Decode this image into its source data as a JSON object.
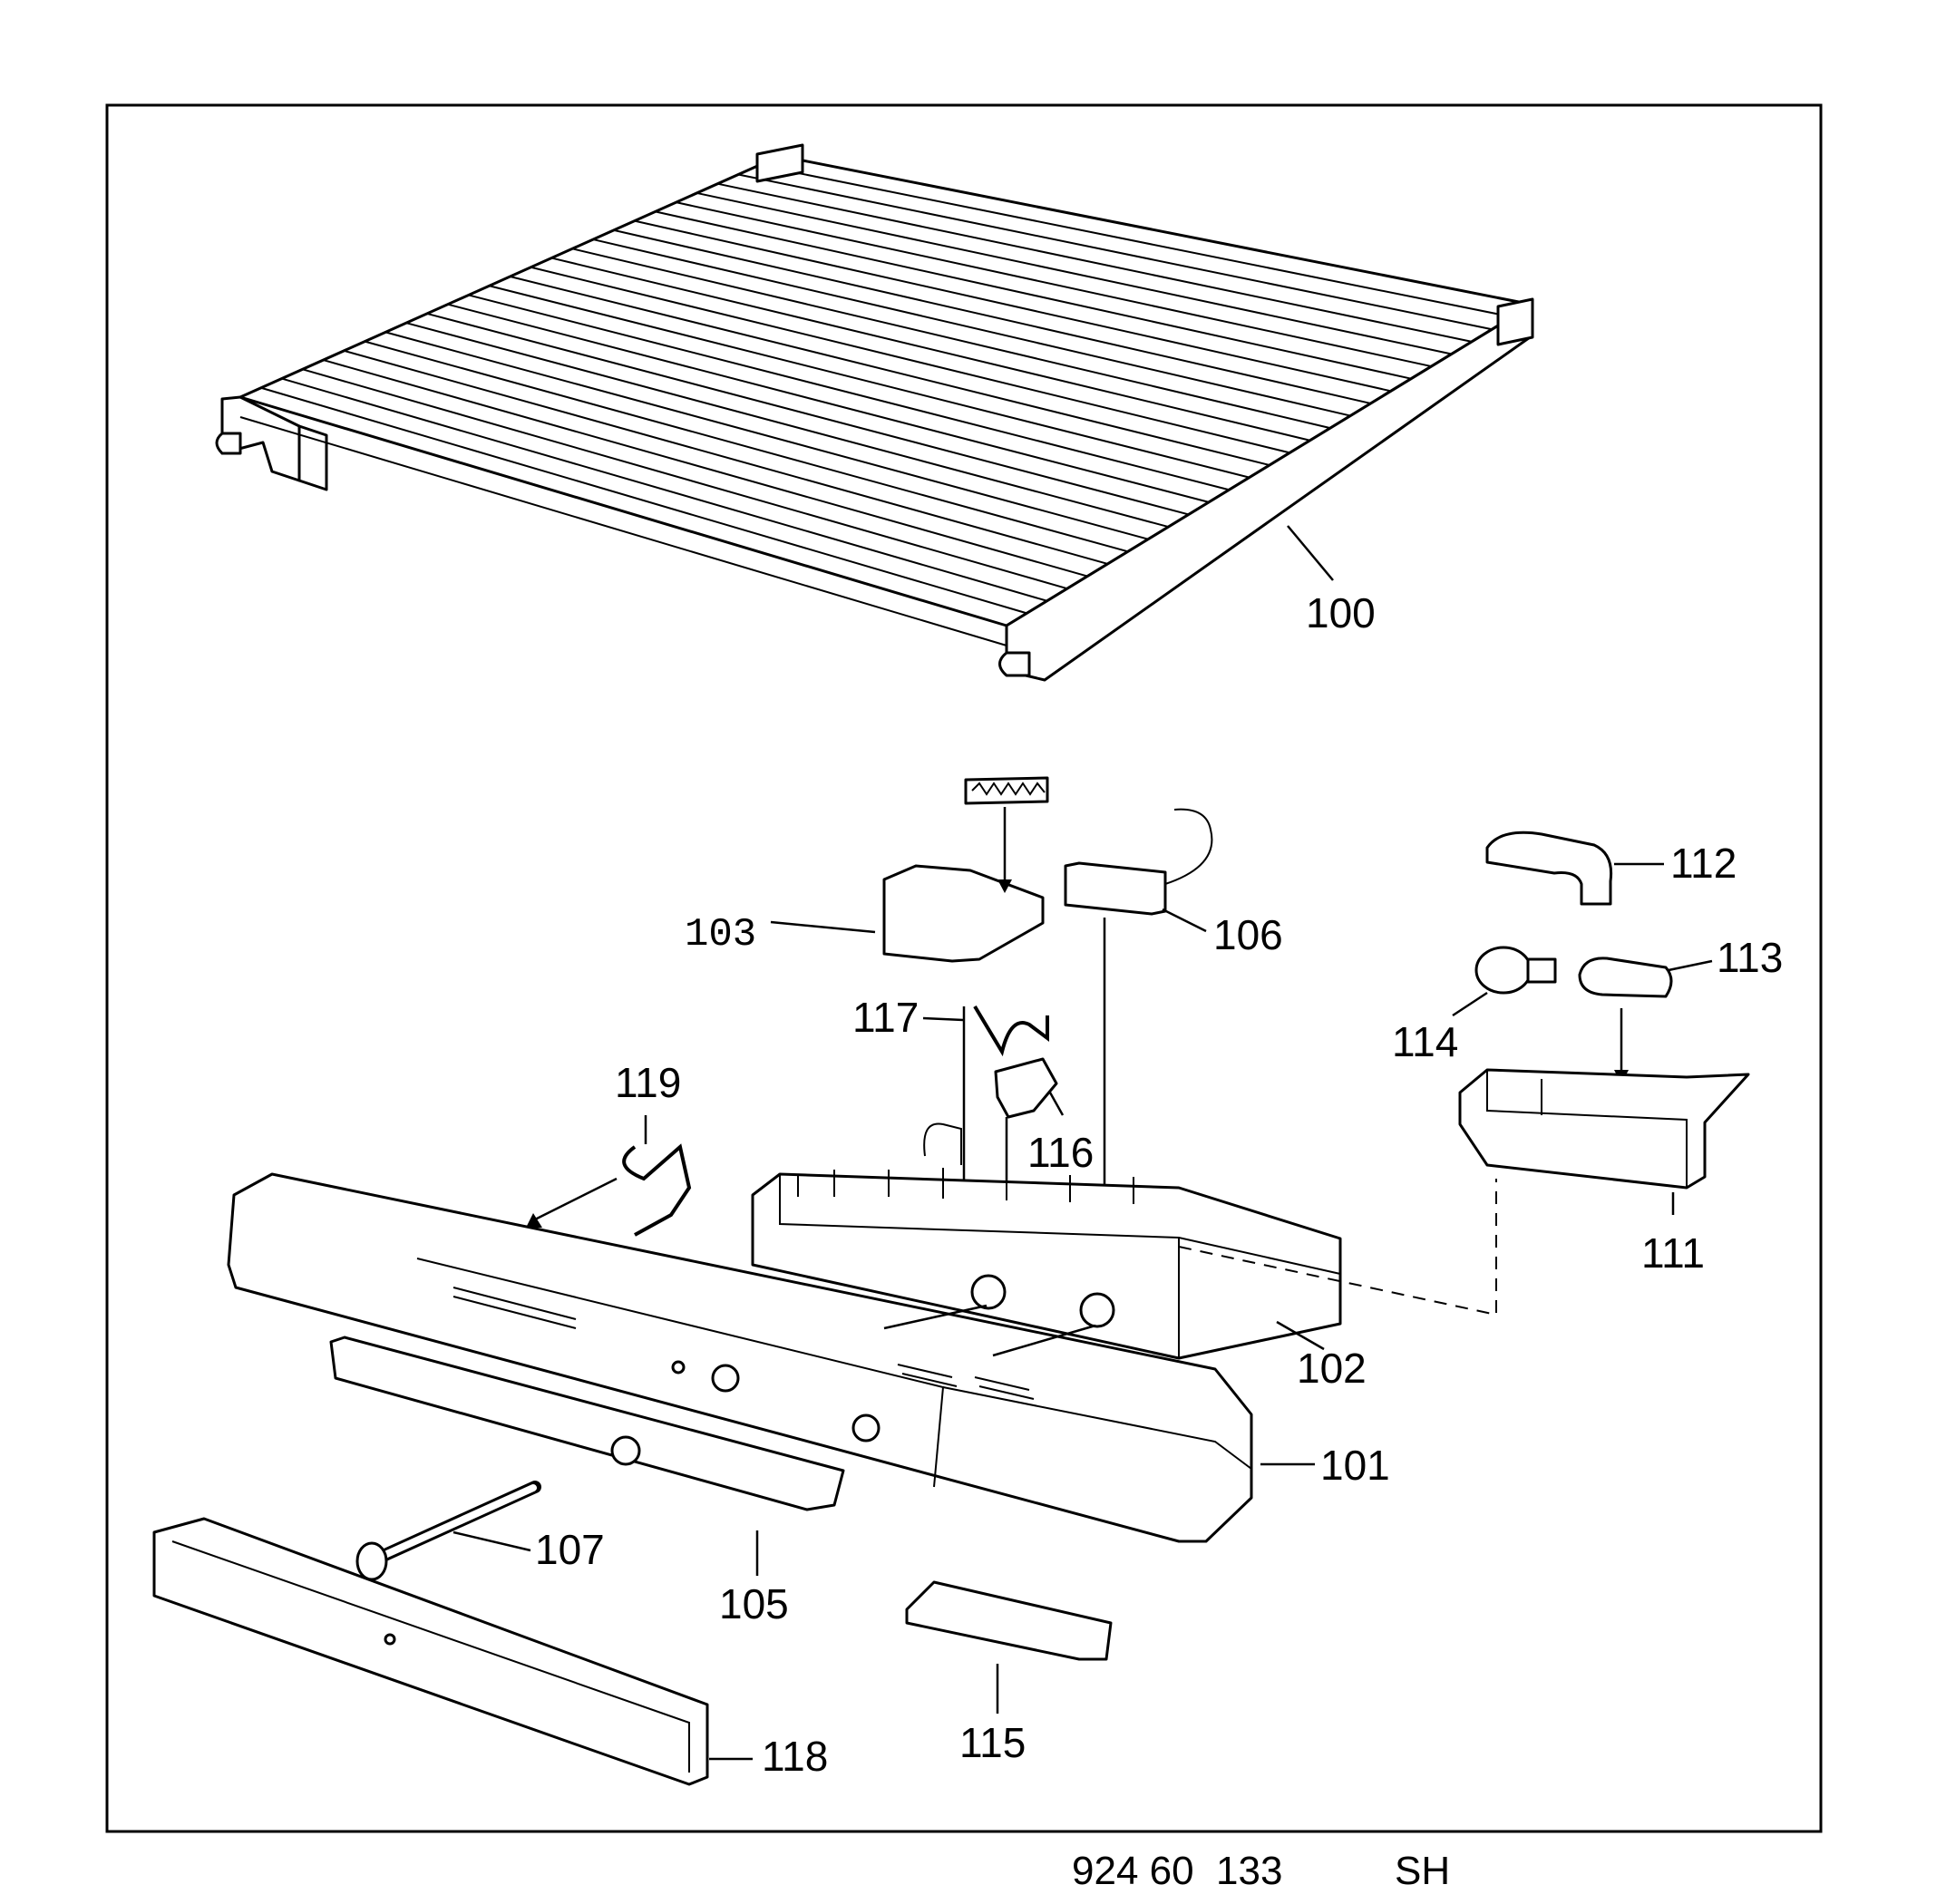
{
  "labels": [
    {
      "id": "100",
      "text": "100"
    },
    {
      "id": "101",
      "text": "101"
    },
    {
      "id": "102",
      "text": "102"
    },
    {
      "id": "103",
      "text": "103"
    },
    {
      "id": "105",
      "text": "105"
    },
    {
      "id": "106",
      "text": "106"
    },
    {
      "id": "107",
      "text": "107"
    },
    {
      "id": "111",
      "text": "111"
    },
    {
      "id": "112",
      "text": "112"
    },
    {
      "id": "113",
      "text": "113"
    },
    {
      "id": "114",
      "text": "114"
    },
    {
      "id": "115",
      "text": "115"
    },
    {
      "id": "116",
      "text": "116"
    },
    {
      "id": "117",
      "text": "117"
    },
    {
      "id": "118",
      "text": "118"
    },
    {
      "id": "119",
      "text": "119"
    }
  ],
  "footer": {
    "part_number": "924 60  133",
    "suffix": "SH"
  }
}
